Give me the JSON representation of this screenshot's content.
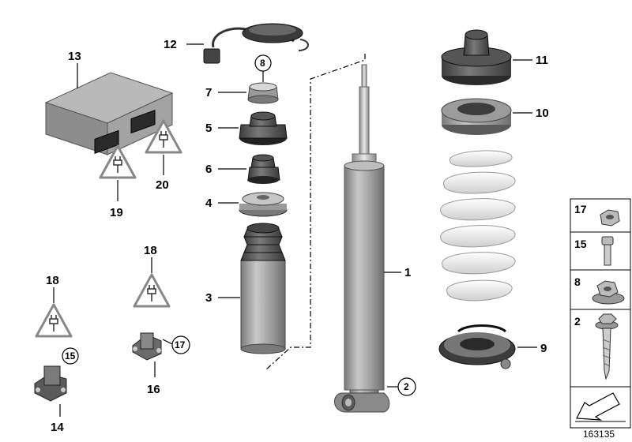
{
  "diagram": {
    "reference_number": "163135",
    "callouts": {
      "c1": "1",
      "c3": "3",
      "c4": "4",
      "c5": "5",
      "c6": "6",
      "c7": "7",
      "c9": "9",
      "c10": "10",
      "c11": "11",
      "c12": "12",
      "c13": "13",
      "c14": "14",
      "c16": "16",
      "c18a": "18",
      "c18b": "18",
      "c19": "19",
      "c20": "20"
    },
    "circled": {
      "c2": "2",
      "c8": "8",
      "c15": "15",
      "c17": "17"
    },
    "legend": {
      "items": [
        {
          "number": "17",
          "icon": "hex-nut-icon"
        },
        {
          "number": "15",
          "icon": "socket-bolt-icon"
        },
        {
          "number": "8",
          "icon": "flange-nut-icon"
        },
        {
          "number": "2",
          "icon": "hex-flange-bolt-icon"
        }
      ]
    }
  }
}
